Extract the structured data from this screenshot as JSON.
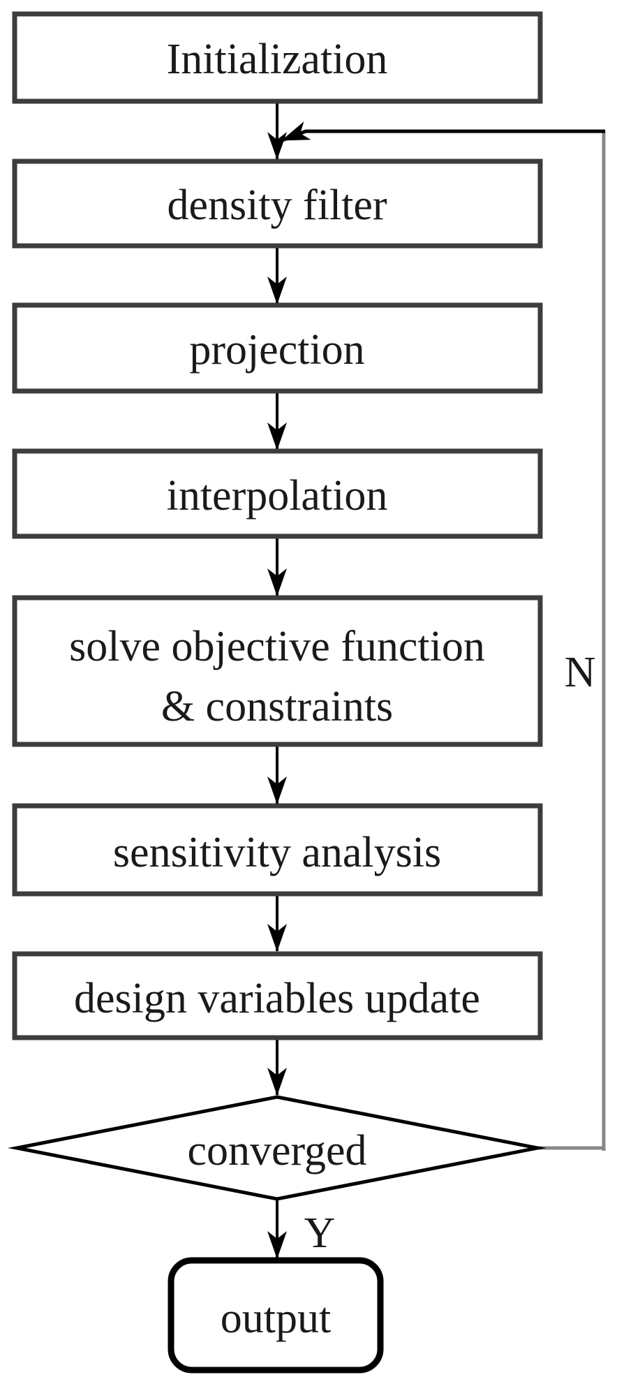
{
  "colors": {
    "background": "#ffffff",
    "box_border": "#3d3d3d",
    "strong_border": "#000000",
    "line": "#000000",
    "loop_line": "#888888",
    "text": "#1a1a1a"
  },
  "nodes": {
    "initialization": {
      "label": "Initialization",
      "shape": "rectangle"
    },
    "density_filter": {
      "label": "density filter",
      "shape": "rectangle"
    },
    "projection": {
      "label": "projection",
      "shape": "rectangle"
    },
    "interpolation": {
      "label": "interpolation",
      "shape": "rectangle"
    },
    "solve": {
      "label_lines": [
        "solve objective function",
        "& constraints"
      ],
      "shape": "rectangle"
    },
    "sensitivity": {
      "label": "sensitivity analysis",
      "shape": "rectangle"
    },
    "update": {
      "label": "design variables update",
      "shape": "rectangle"
    },
    "converged": {
      "label": "converged",
      "shape": "diamond"
    },
    "output": {
      "label": "output",
      "shape": "rounded-terminal"
    }
  },
  "edge_labels": {
    "no": "N",
    "yes": "Y"
  }
}
